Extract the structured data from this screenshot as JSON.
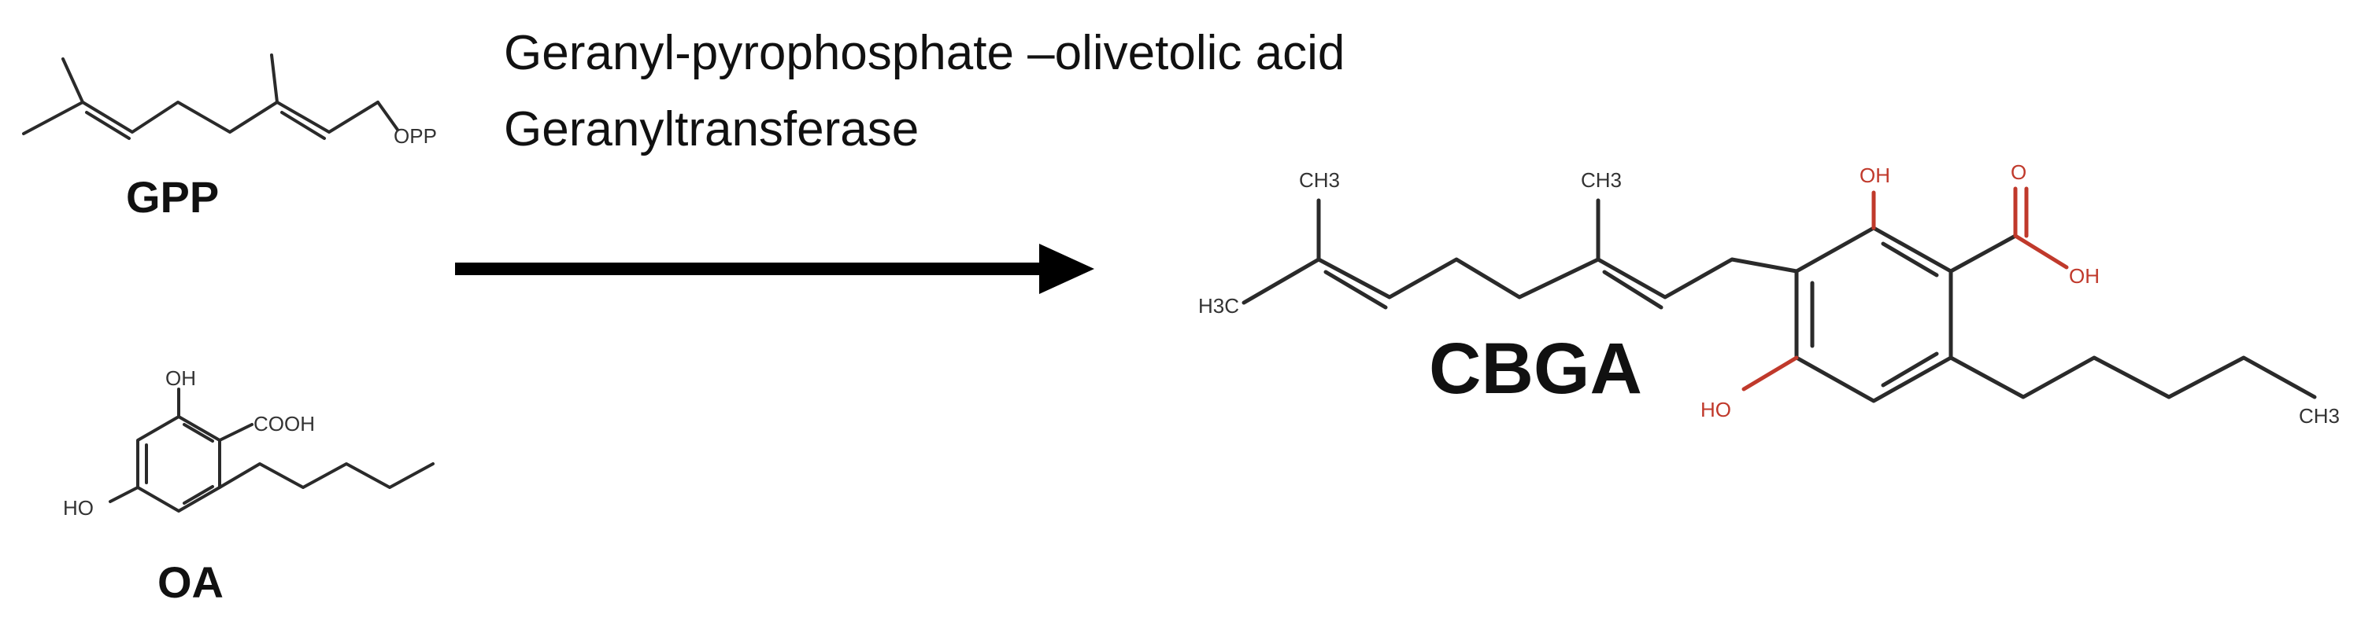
{
  "enzyme": {
    "line1": "Geranyl-pyrophosphate –olivetolic acid",
    "line2": "Geranyltransferase"
  },
  "reactants": {
    "gpp": {
      "label": "GPP",
      "opp": "OPP"
    },
    "oa": {
      "label": "OA",
      "oh_top": "OH",
      "cooh": "COOH",
      "oh_left": "HO"
    }
  },
  "product": {
    "label": "CBGA",
    "ch3_left_top": "CH3",
    "h3c_left": "H3C",
    "ch3_mid": "CH3",
    "oh_top": "OH",
    "o_carbonyl": "O",
    "oh_acid": "OH",
    "ho_ring": "HO",
    "ch3_tail": "CH3"
  },
  "colors": {
    "heteroatom": "#c0392b",
    "bond": "#2a2a2a"
  }
}
